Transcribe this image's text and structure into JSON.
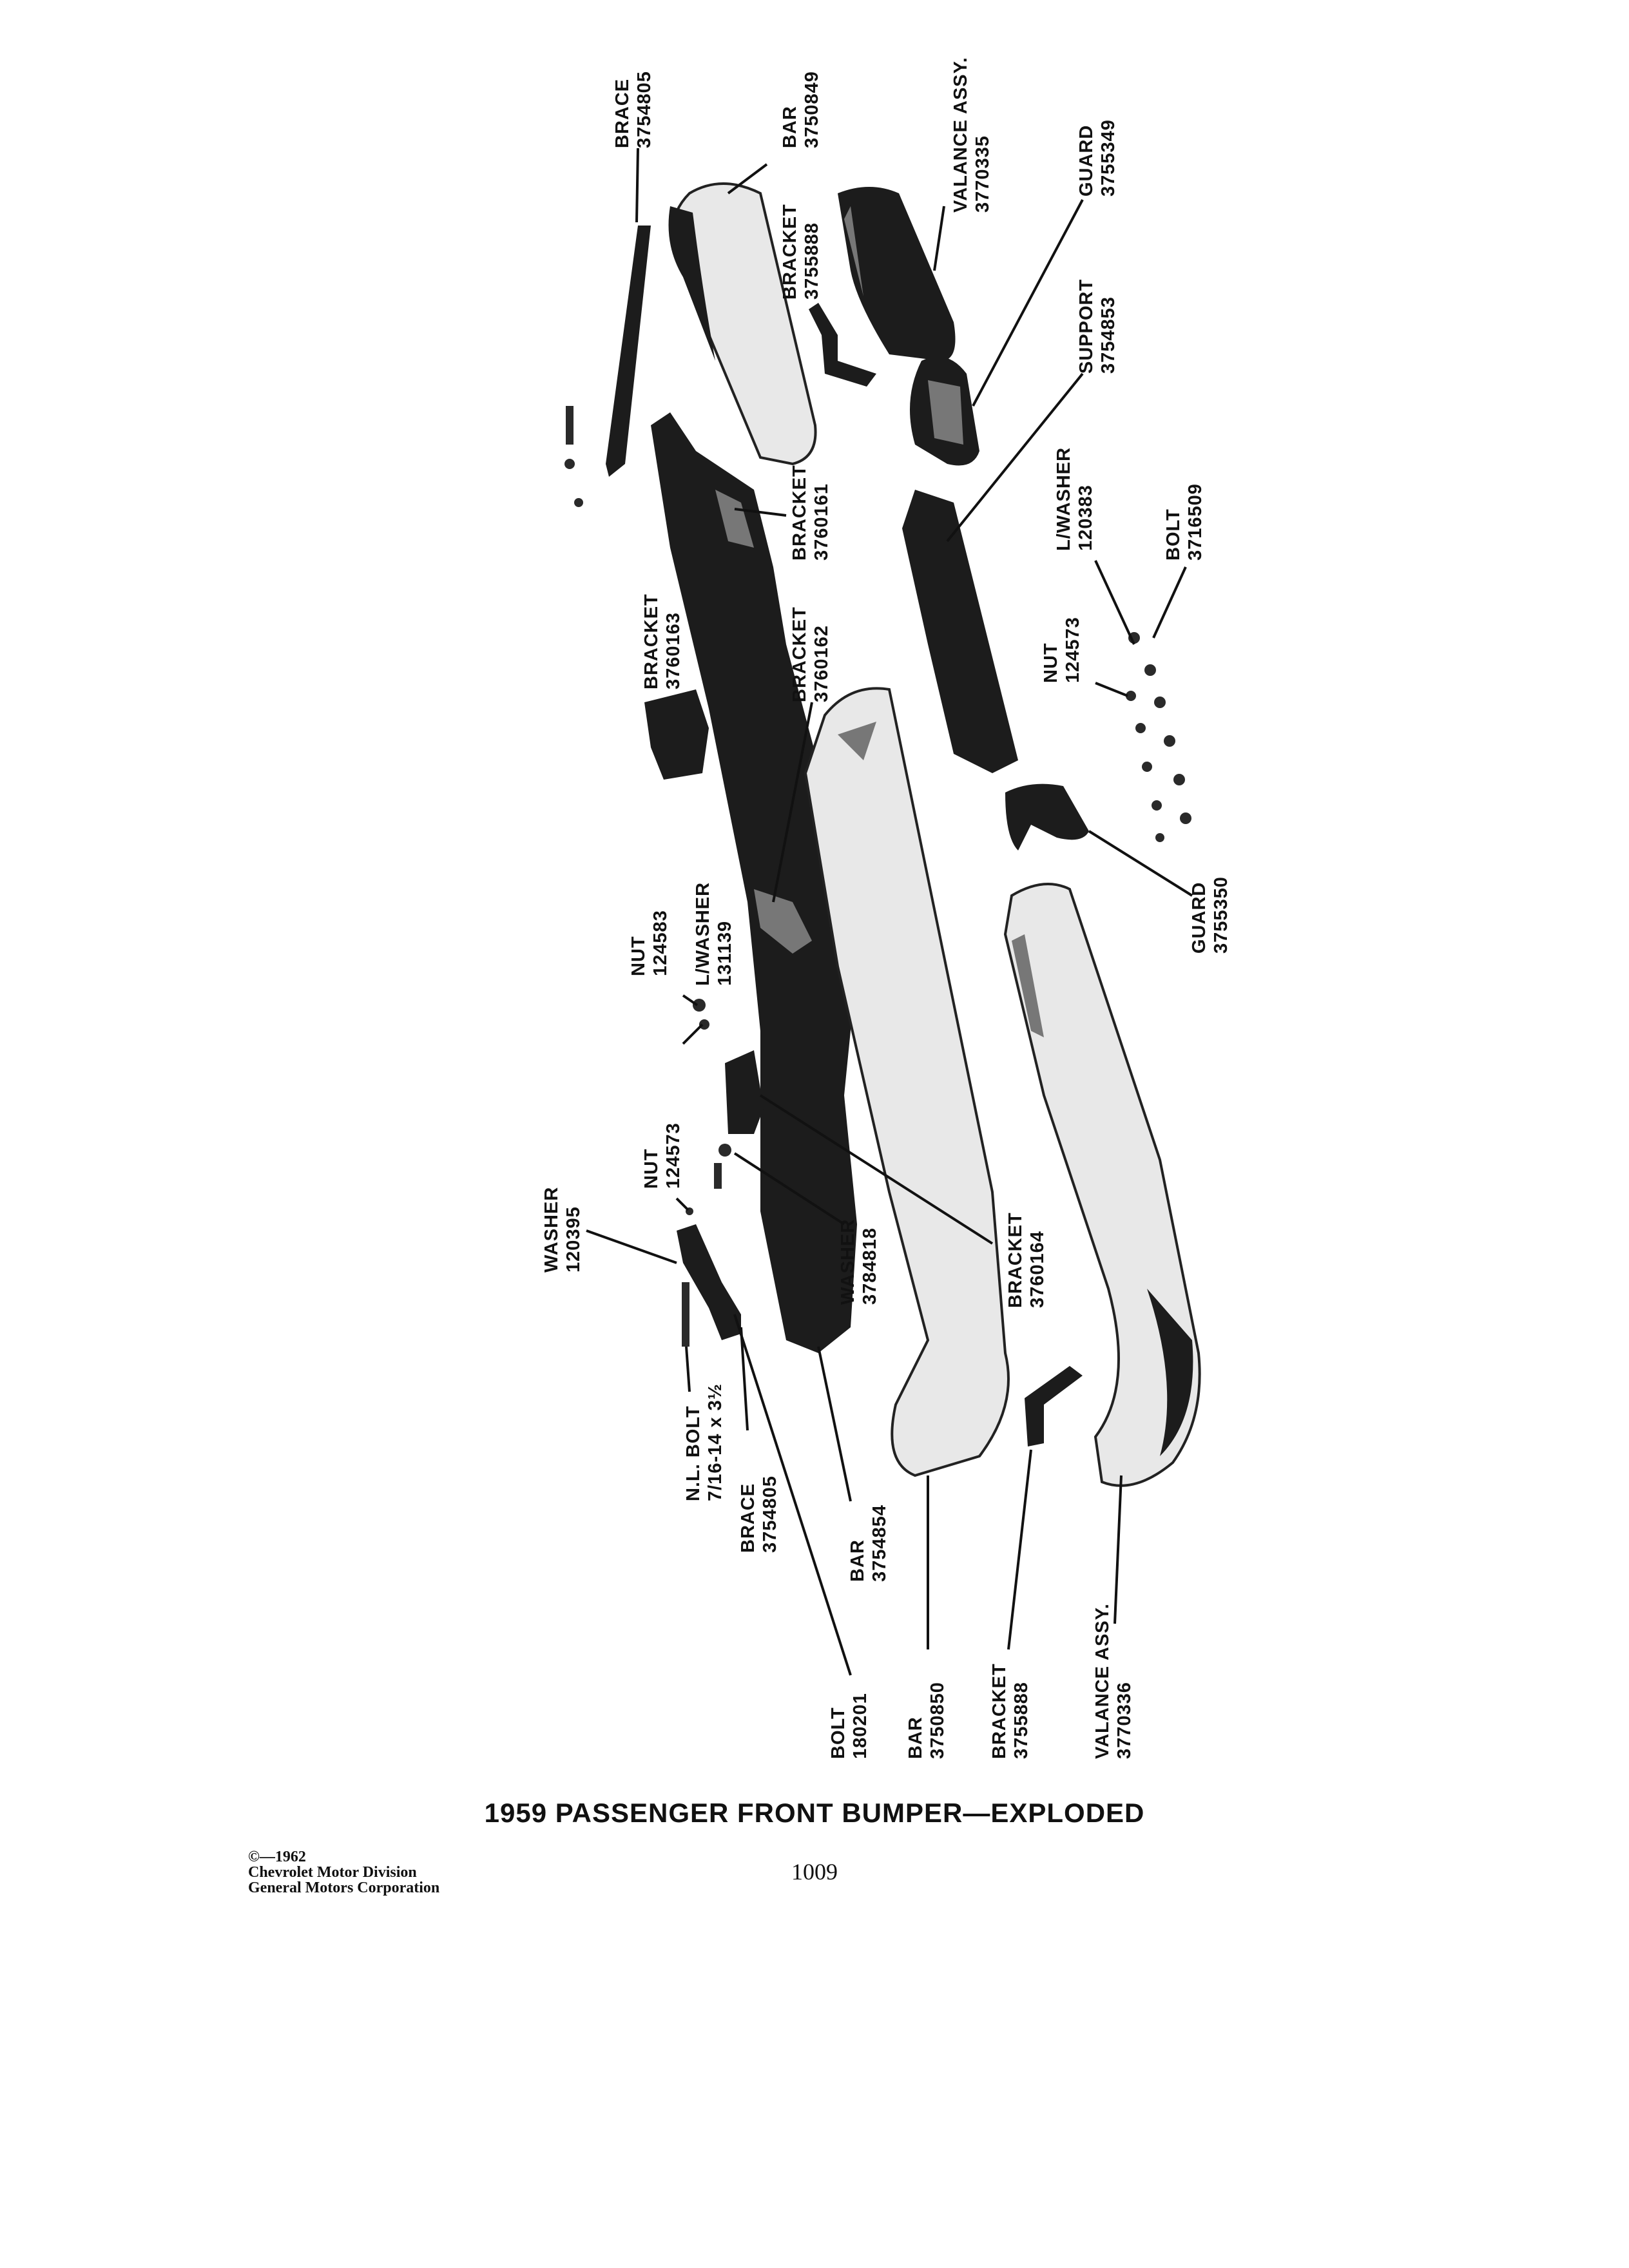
{
  "labels": {
    "brace_top": [
      "BRACE",
      "3754805"
    ],
    "bar_top": [
      "BAR",
      "3750849"
    ],
    "valance_top": [
      "VALANCE ASSY.",
      "3770335"
    ],
    "guard_top": [
      "GUARD",
      "3755349"
    ],
    "bracket_top": [
      "BRACKET",
      "3755888"
    ],
    "support": [
      "SUPPORT",
      "3754853"
    ],
    "bracket_3760161": [
      "BRACKET",
      "3760161"
    ],
    "bracket_3760163": [
      "BRACKET",
      "3760163"
    ],
    "bracket_3760162": [
      "BRACKET",
      "3760162"
    ],
    "lwasher_120383": [
      "L/WASHER",
      "120383"
    ],
    "bolt_3716509": [
      "BOLT",
      "3716509"
    ],
    "nut_124573_right": [
      "NUT",
      "124573"
    ],
    "guard_3755350": [
      "GUARD",
      "3755350"
    ],
    "nut_124583": [
      "NUT",
      "124583"
    ],
    "lwasher_131139": [
      "L/WASHER",
      "131139"
    ],
    "nut_124573_left": [
      "NUT",
      "124573"
    ],
    "washer_120395": [
      "WASHER",
      "120395"
    ],
    "washer_3784818": [
      "WASHER",
      "3784818"
    ],
    "bracket_3760164": [
      "BRACKET",
      "3760164"
    ],
    "nl_bolt": [
      "N.L. BOLT",
      "7/16-14 x 3½"
    ],
    "brace_bottom": [
      "BRACE",
      "3754805"
    ],
    "bar_3754854": [
      "BAR",
      "3754854"
    ],
    "bolt_180201": [
      "BOLT",
      "180201"
    ],
    "bar_3750850": [
      "BAR",
      "3750850"
    ],
    "bracket_bottom": [
      "BRACKET",
      "3755888"
    ],
    "valance_bottom": [
      "VALANCE ASSY.",
      "3770336"
    ]
  },
  "title": "1959 PASSENGER FRONT BUMPER—EXPLODED",
  "copyright": [
    "©—1962",
    "Chevrolet Motor Division",
    "General Motors Corporation"
  ],
  "page_number": "1009"
}
